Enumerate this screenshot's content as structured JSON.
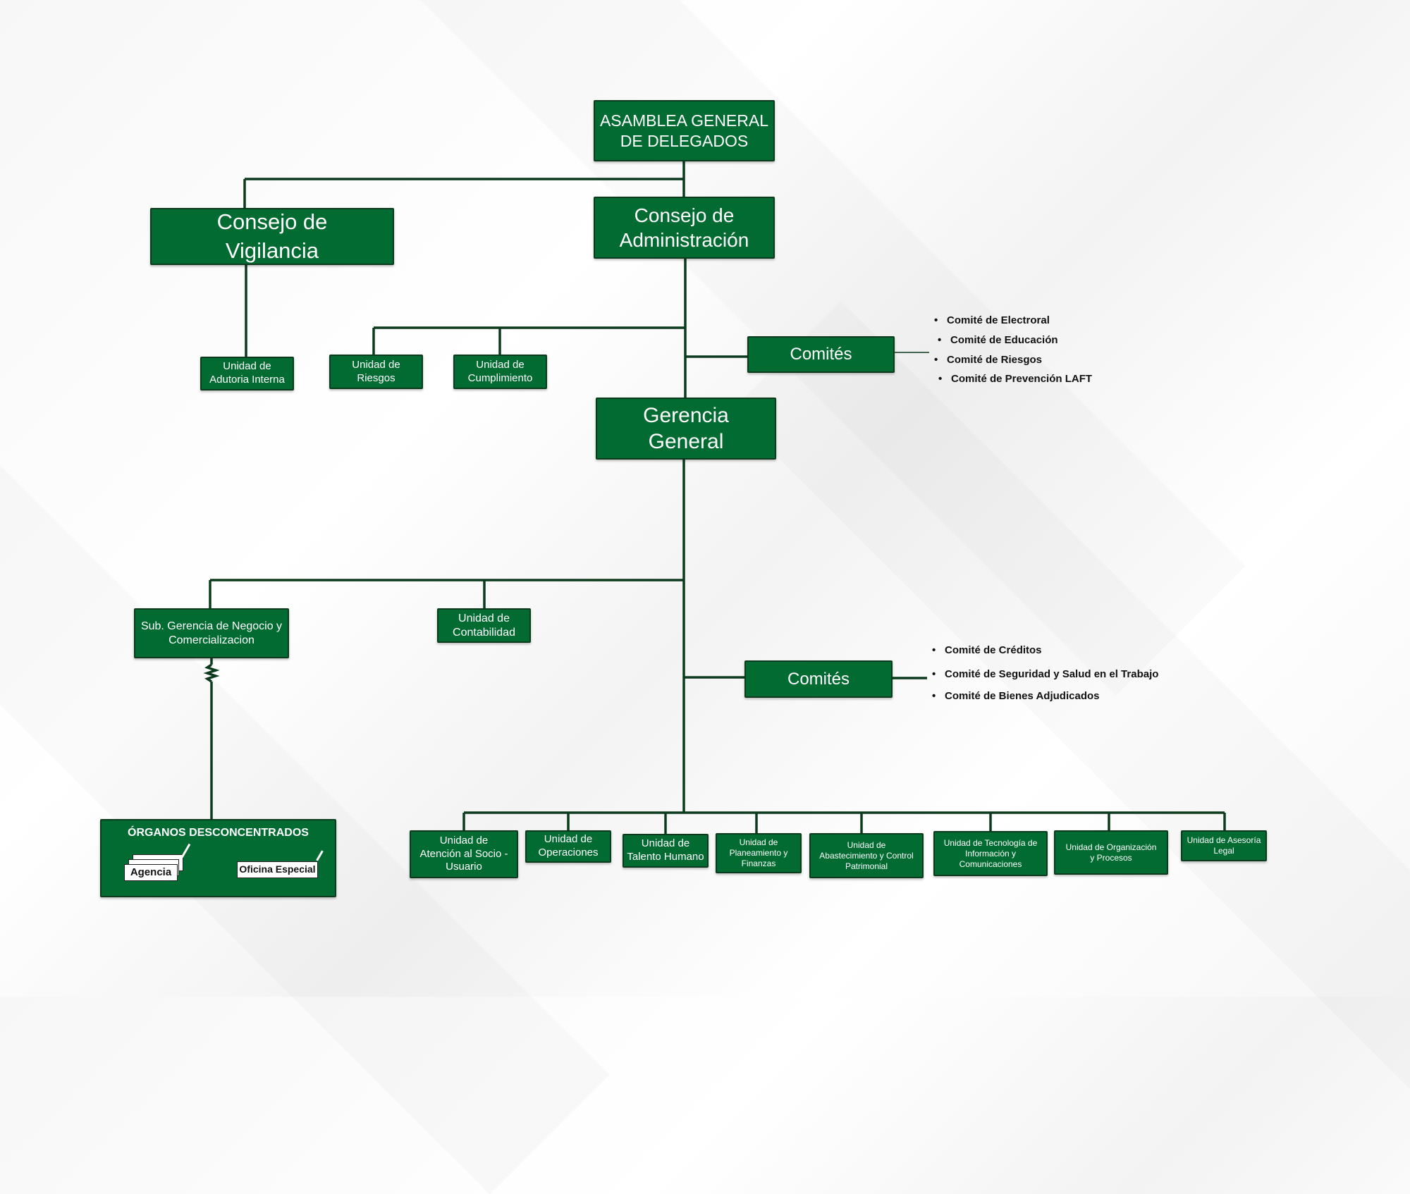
{
  "nodes": {
    "asamblea": "ASAMBLEA GENERAL\nDE DELEGADOS",
    "vigilancia": "Consejo de\nVigilancia",
    "administracion": "Consejo de\nAdministración",
    "auditoria": "Unidad de\nAdutoria Interna",
    "riesgos": "Unidad de\nRiesgos",
    "cumplimiento": "Unidad de\nCumplimiento",
    "comites_1": "Comités",
    "gerencia": "Gerencia\nGeneral",
    "subgerencia": "Sub. Gerencia de Negocio y\nComercializacion",
    "contabilidad": "Unidad de\nContabilidad",
    "comites_2": "Comités",
    "organos_title": "ÓRGANOS DESCONCENTRADOS",
    "agencia": "Agencia",
    "oficina": "Oficina Especial"
  },
  "comites_1_list": [
    "Comité de Electroral",
    "Comité de Educación",
    "Comité de Riesgos",
    "Comité de Prevención LAFT"
  ],
  "comites_2_list": [
    "Comité de Créditos",
    "Comité de Seguridad y Salud en el Trabajo",
    "Comité de Bienes Adjudicados"
  ],
  "units": [
    "Unidad de\nAtención al Socio -\nUsuario",
    "Unidad de\nOperaciones",
    "Unidad de\nTalento Humano",
    "Unidad de\nPlaneamiento y\nFinanzas",
    "Unidad de\nAbastecimiento y Control\nPatrimonial",
    "Unidad de Tecnología de\nInformación y\nComunicaciones",
    "Unidad de Organización\ny Procesos",
    "Unidad de Asesoría\nLegal"
  ],
  "colors": {
    "box": "#016b31",
    "border": "#0b3a1c",
    "line": "#0b3a1c"
  }
}
